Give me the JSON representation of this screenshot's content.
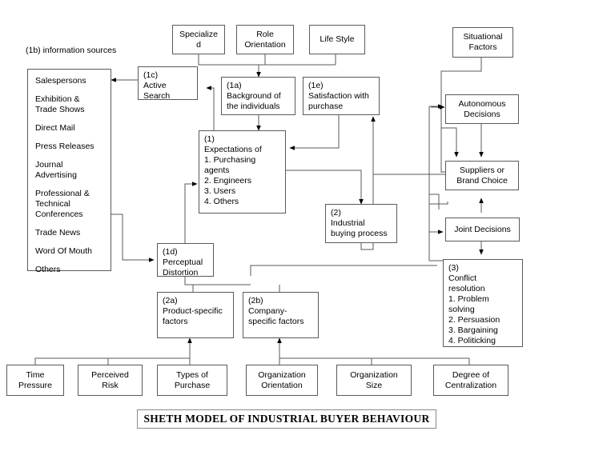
{
  "diagram": {
    "caption": "(1b) information sources",
    "title": "SHETH MODEL OF INDUSTRIAL BUYER BEHAVIOUR",
    "stroke_color": "#5a5a5a",
    "background_color": "#ffffff",
    "text_color": "#000000"
  },
  "information_sources": {
    "items": [
      "Salespersons",
      "Exhibition &\nTrade Shows",
      "Direct Mail",
      "Press Releases",
      "Journal\nAdvertising",
      "Professional &\nTechnical\nConferences",
      "Trade News",
      "Word Of Mouth",
      "Others"
    ]
  },
  "top_row": {
    "specialized": {
      "lines": [
        "Specialize",
        "d"
      ]
    },
    "role_orientation": {
      "lines": [
        "Role",
        "Orientation"
      ]
    },
    "life_style": {
      "lines": [
        "Life Style"
      ]
    },
    "situational_factors": {
      "lines": [
        "Situational",
        "Factors"
      ]
    }
  },
  "nodes": {
    "active_search": {
      "tag": "(1c)",
      "lines": [
        "Active",
        "Search"
      ]
    },
    "background": {
      "tag": "(1a)",
      "lines": [
        "Background of",
        "the individuals"
      ]
    },
    "satisfaction": {
      "tag": "(1e)",
      "lines": [
        "Satisfaction with",
        "purchase"
      ]
    },
    "expectations": {
      "tag": "(1)",
      "lines": [
        "Expectations of",
        "1. Purchasing",
        "agents",
        "2. Engineers",
        "3. Users",
        "4. Others"
      ]
    },
    "industrial_buying": {
      "tag": "(2)",
      "lines": [
        "Industrial",
        "buying process"
      ]
    },
    "perceptual_distortion": {
      "tag": "(1d)",
      "lines": [
        "Perceptual",
        "Distortion"
      ]
    },
    "product_specific": {
      "tag": "(2a)",
      "lines": [
        "Product-specific",
        "factors"
      ]
    },
    "company_specific": {
      "tag": "(2b)",
      "lines": [
        "Company-",
        "specific factors"
      ]
    },
    "autonomous_decisions": {
      "lines": [
        "Autonomous",
        "Decisions"
      ]
    },
    "suppliers_brand_choice": {
      "lines": [
        "Suppliers or",
        "Brand Choice"
      ]
    },
    "joint_decisions": {
      "lines": [
        "Joint Decisions"
      ]
    },
    "conflict_resolution": {
      "tag": "(3)",
      "lines": [
        "",
        "Conflict",
        "resolution",
        "1. Problem",
        "solving",
        "2. Persuasion",
        "3. Bargaining",
        "4. Politicking"
      ]
    }
  },
  "bottom_row": {
    "time_pressure": {
      "lines": [
        "Time",
        "Pressure"
      ]
    },
    "perceived_risk": {
      "lines": [
        "Perceived",
        "Risk"
      ]
    },
    "types_of_purchase": {
      "lines": [
        "Types of",
        "Purchase"
      ]
    },
    "organization_orientation": {
      "lines": [
        "Organization",
        "Orientation"
      ]
    },
    "organization_size": {
      "lines": [
        "Organization",
        "Size"
      ]
    },
    "degree_of_centralization": {
      "lines": [
        "Degree of",
        "Centralization"
      ]
    }
  }
}
